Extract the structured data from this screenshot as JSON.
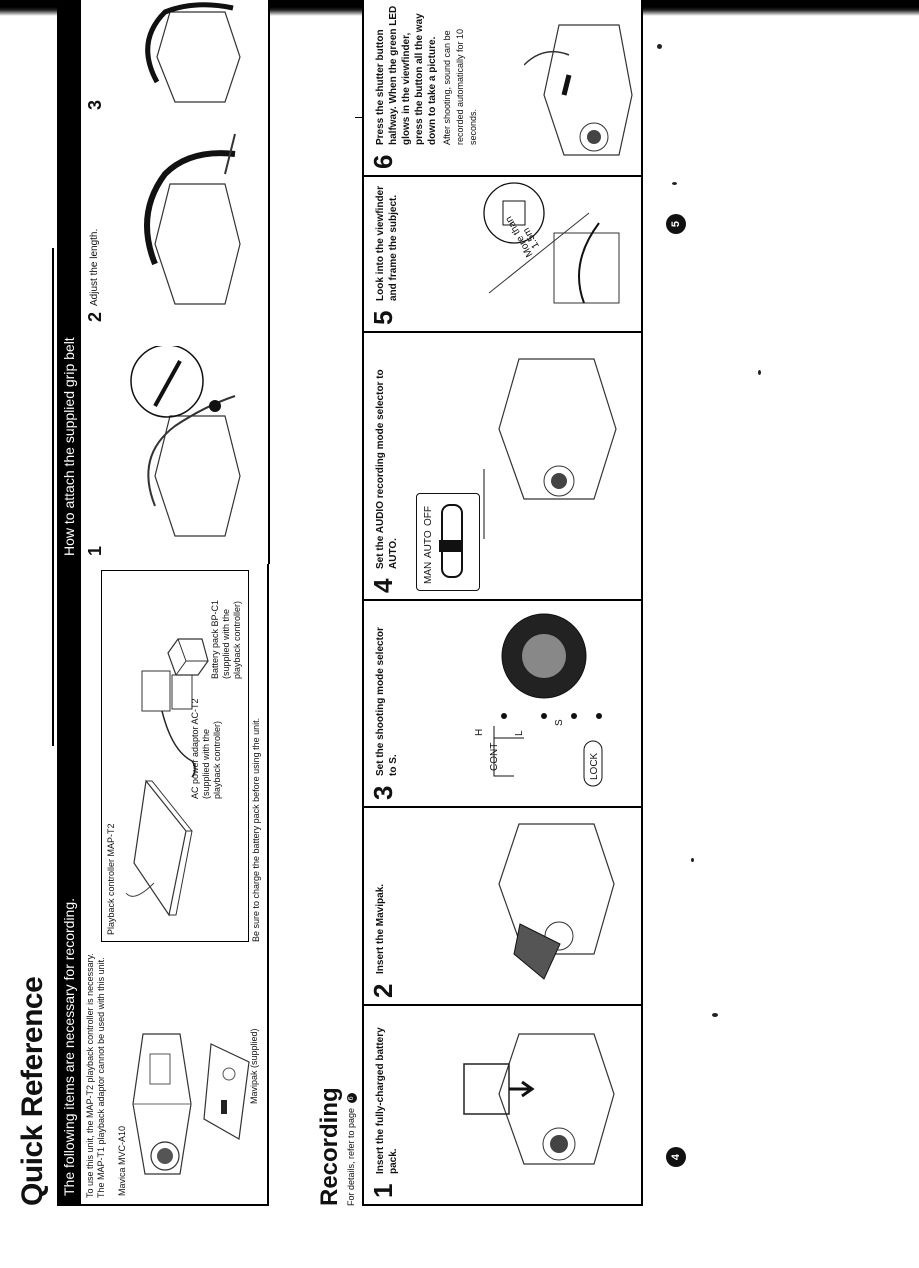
{
  "page_numbers": {
    "left": "4",
    "right": "5"
  },
  "header": {
    "title": "Quick Reference"
  },
  "items_section": {
    "heading": "The following items are necessary for recording.",
    "intro_lines": [
      "To use this unit, the MAP-T2 playback controller is necessary.",
      "The MAP-T1 playback adaptor cannot be used with this unit."
    ],
    "labels": {
      "camera": "Mavica MVC-A10",
      "mavipak": "Mavipak (supplied)",
      "controller": "Playback controller MAP-T2",
      "adaptor": [
        "AC power adaptor AC-T2",
        "(supplied with the",
        "playback controller)"
      ],
      "battery": [
        "Battery pack BP-C1",
        "(supplied with the",
        "playback controller)"
      ]
    },
    "footnote": "Be sure to charge the battery pack before using the unit."
  },
  "grip_section": {
    "heading": "How to attach the supplied grip belt",
    "steps": [
      {
        "num": "1",
        "text": ""
      },
      {
        "num": "2",
        "text": "Adjust the length."
      },
      {
        "num": "3",
        "text": ""
      }
    ]
  },
  "recording": {
    "title": "Recording",
    "note": "For details, refer to page",
    "note_page": "6",
    "steps": [
      {
        "num": "1",
        "text": "Insert the fully-charged battery pack.",
        "extra": ""
      },
      {
        "num": "2",
        "text": "Insert the Mavipak.",
        "extra": ""
      },
      {
        "num": "3",
        "text": "Set the shooting mode selector to S.",
        "extra": ""
      },
      {
        "num": "4",
        "text": "Set the AUDIO recording mode selector to AUTO.",
        "extra": ""
      },
      {
        "num": "5",
        "text": "Look into the viewfinder and frame the subject.",
        "extra": ""
      },
      {
        "num": "6",
        "text": "Press the shutter button halfway. When the green LED glows in the viewfinder, press the button all the way down to take a picture.",
        "extra": "After shooting, sound can be recorded automatically for 10 seconds."
      }
    ],
    "selector_labels": {
      "cont": "CONT",
      "h": "H",
      "l": "L",
      "s": "S",
      "lock": "LOCK"
    },
    "audio_labels": {
      "man": "MAN",
      "auto": "AUTO",
      "off": "OFF"
    },
    "distance_label": [
      "More than",
      "1.5m"
    ]
  }
}
